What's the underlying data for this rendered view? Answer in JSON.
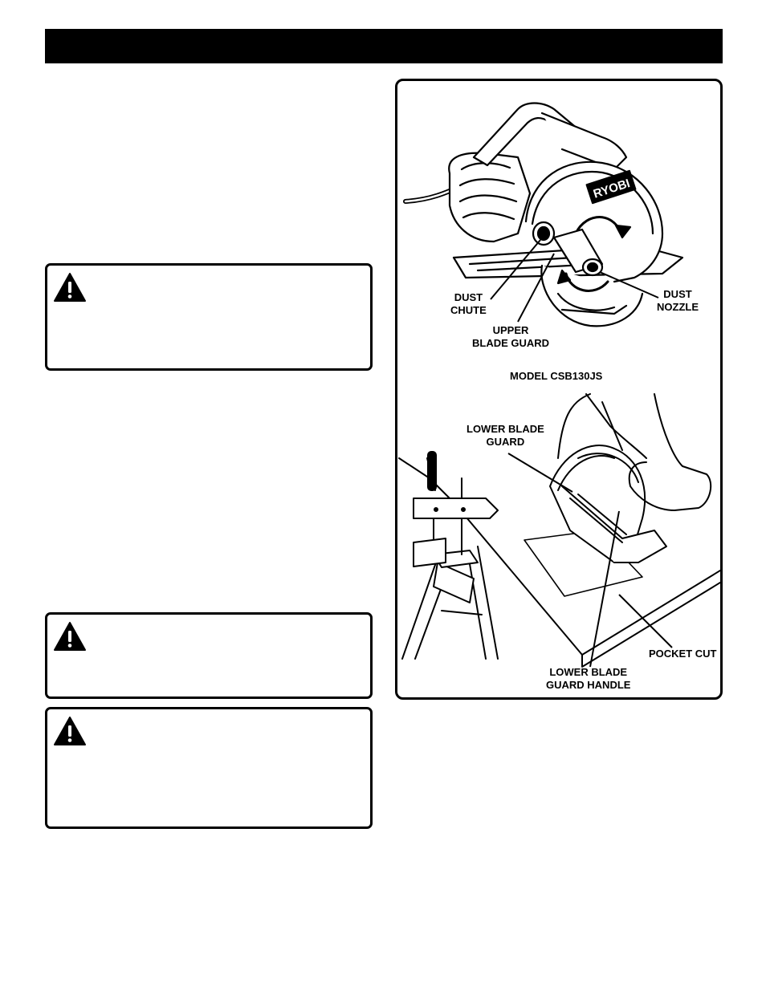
{
  "header": {
    "title": ""
  },
  "warnings": [
    {
      "icon": "warning-triangle-icon"
    },
    {
      "icon": "warning-triangle-icon"
    },
    {
      "icon": "warning-triangle-icon"
    }
  ],
  "figure_top": {
    "brand_logo": "RYOBI",
    "labels": {
      "dust_chute": "DUST\nCHUTE",
      "dust_nozzle": "DUST\nNOZZLE",
      "upper_blade_guard": "UPPER\nBLADE GUARD",
      "model": "MODEL CSB130JS"
    }
  },
  "figure_bottom": {
    "labels": {
      "lower_blade_guard": "LOWER BLADE\nGUARD",
      "pocket_cut": "POCKET CUT",
      "lower_blade_guard_handle": "LOWER BLADE\nGUARD HANDLE"
    }
  }
}
